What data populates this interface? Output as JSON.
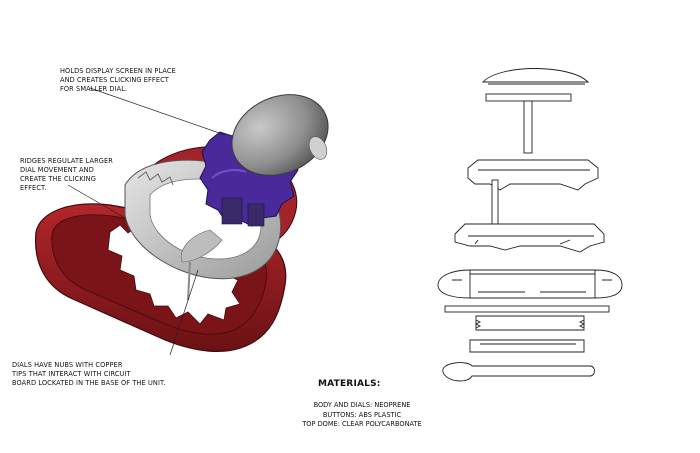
{
  "callouts": {
    "display_screen": "HOLDS DISPLAY SCREEN IN PLACE\nAND CREATES CLICKING EFFECT\nFOR SMALLER DIAL.",
    "ridges": "RIDGES REGULATE LARGER\nDIAL MOVEMENT AND\nCREATE THE CLICKING\nEFFECT.",
    "dial_nubs": "DIALS HAVE NUBS WITH COPPER\nTIPS THAT INTERACT WITH CIRCUIT\nBOARD LOCKATED IN THE BASE OF THE UNIT."
  },
  "materials": {
    "heading": "MATERIALS:",
    "items": [
      "BODY AND DIALS: NEOPRENE",
      "BUTTONS: ABS PLASTIC",
      "TOP DOME: CLEAR POLYCARBONATE"
    ]
  },
  "colors": {
    "red_body": "#9b1f24",
    "red_dark": "#5e1013",
    "purple_part": "#4a2a9a",
    "grey_part": "#b9b9b9",
    "line_drawing": "#222222"
  }
}
